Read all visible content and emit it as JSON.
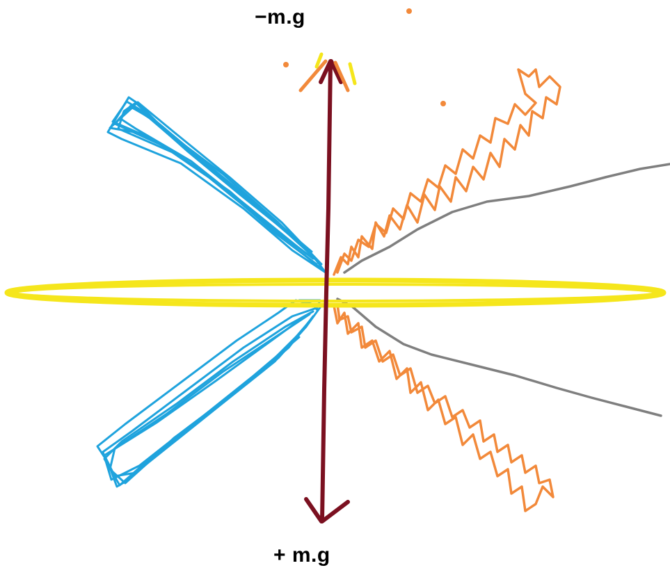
{
  "labels": {
    "top": "−m.g",
    "bottom": "+ m.g"
  },
  "colors": {
    "background": "#ffffff",
    "axis_arrow": "#7b1020",
    "ring": "#f5e61c",
    "blue_strokes": "#1fa3dd",
    "orange_strokes": "#f2893a",
    "gray_lines": "#7f7f7f",
    "label_text": "#000000"
  },
  "elements": [
    "vertical-force-arrow",
    "yellow-ring",
    "blue-wedge-upper",
    "blue-wedge-lower",
    "orange-zigzag-upper",
    "orange-zigzag-lower",
    "gray-curve-upper",
    "gray-curve-lower"
  ]
}
